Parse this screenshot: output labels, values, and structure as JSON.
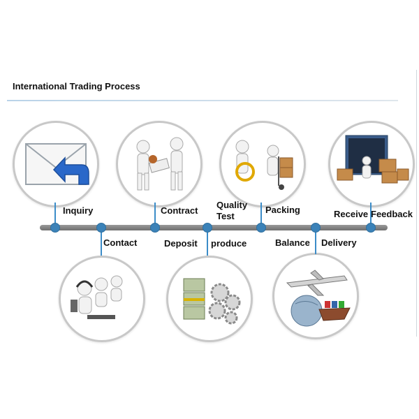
{
  "title": "International Trading Process",
  "steps": {
    "inquiry": "Inquiry",
    "contact": "Contact",
    "contract": "Contract",
    "deposit": "Deposit",
    "produce": "produce",
    "quality_line1": "Quality",
    "quality_line2": "Test",
    "packing": "Packing",
    "balance": "Balance",
    "delivery": "Delivery",
    "receive": "Receive",
    "feedback": "Feedback"
  },
  "colors": {
    "node": "#3b82b8",
    "stem": "#3b8cc8",
    "axis": "#7a7a7a",
    "ring": "#c8c8c8"
  },
  "icons": {
    "inquiry": "envelope-reply-icon",
    "contract": "handshake-figures-icon",
    "quality_test": "magnifier-inspection-icon",
    "receive": "container-boxes-icon",
    "contact": "call-center-icon",
    "produce": "money-gears-icon",
    "delivery": "airplane-ship-globe-icon"
  }
}
